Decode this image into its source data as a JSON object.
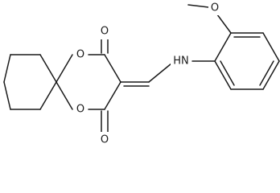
{
  "diagram": {
    "type": "chemical-structure",
    "atom_labels": {
      "o_carbonyl_top": "O",
      "o_ring_top": "O",
      "o_ring_bottom": "O",
      "o_carbonyl_bottom": "O",
      "nh": "HN",
      "o_methoxy": "O"
    },
    "colors": {
      "bond": "#1a1a1a",
      "text": "#1a1a1a",
      "background": "#ffffff"
    }
  }
}
